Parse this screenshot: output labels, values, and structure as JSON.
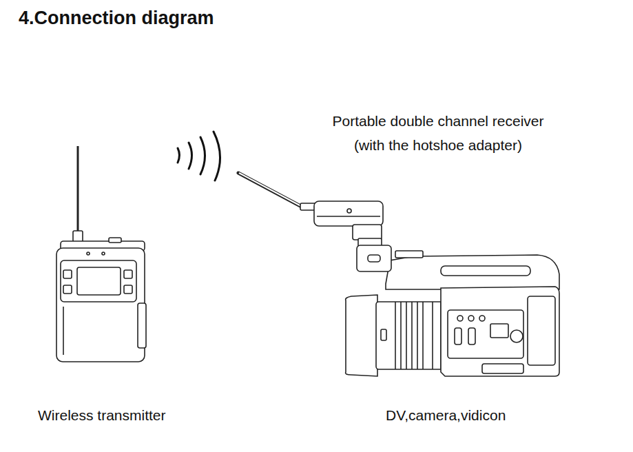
{
  "diagram": {
    "title": "4.Connection diagram",
    "labels": [
      "Portable double channel receiver (with the hotshoe adapter)",
      "Wireless transmitter",
      "DV,camera,vidicon"
    ]
  }
}
